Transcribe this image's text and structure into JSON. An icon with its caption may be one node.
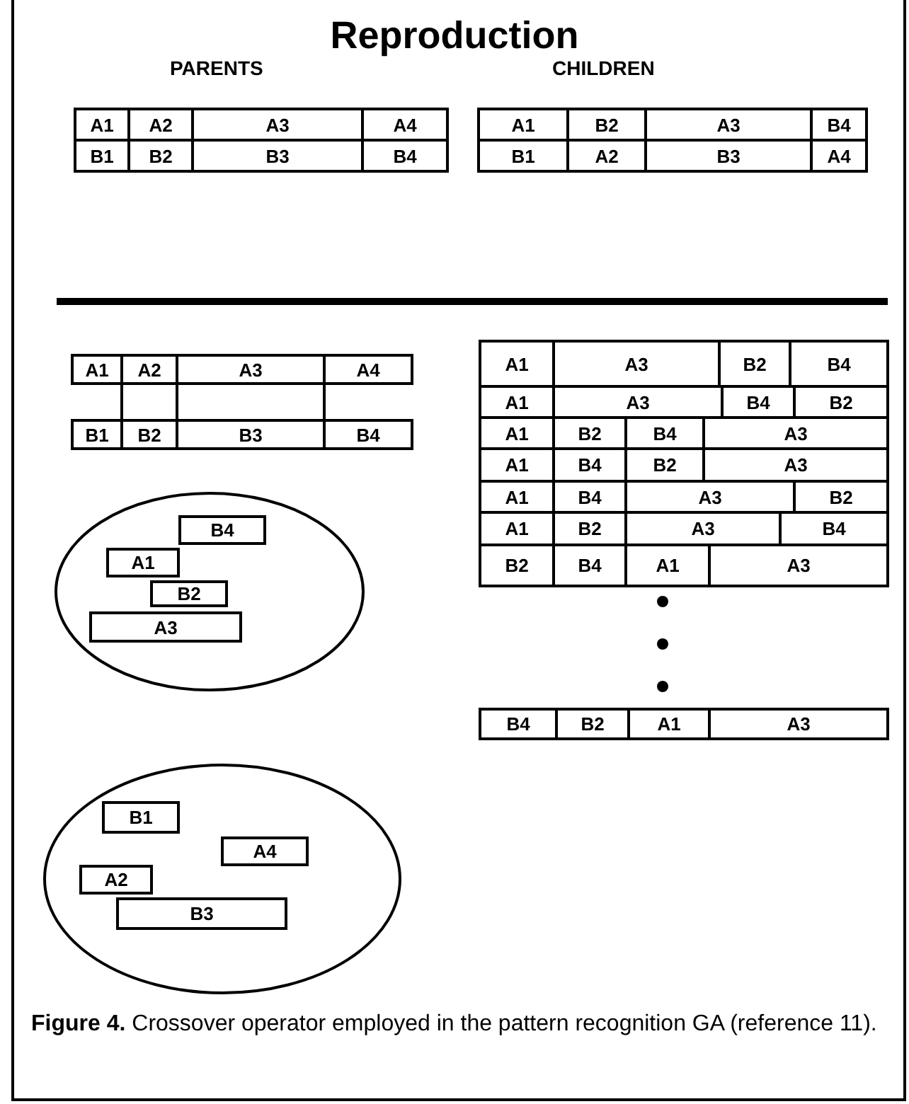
{
  "diagram": {
    "title": "Reproduction",
    "caption": "**Figure 4.** Crossover operator employed in the pattern recognition GA (reference 11).",
    "labels": [
      "PARENTS",
      "CHILDREN"
    ],
    "nodes": [
      {
        "text": [
          "A1"
        ]
      },
      {
        "text": [
          "A2"
        ]
      },
      {
        "text": [
          "A3"
        ]
      },
      {
        "text": [
          "A4"
        ]
      },
      {
        "text": [
          "B1"
        ]
      },
      {
        "text": [
          "B2"
        ]
      },
      {
        "text": [
          "B3"
        ]
      },
      {
        "text": [
          "B4"
        ]
      },
      {
        "text": [
          "A1"
        ]
      },
      {
        "text": [
          "B2"
        ]
      },
      {
        "text": [
          "A3"
        ]
      },
      {
        "text": [
          "B4"
        ]
      },
      {
        "text": [
          "B1"
        ]
      },
      {
        "text": [
          "A2"
        ]
      },
      {
        "text": [
          "B3"
        ]
      },
      {
        "text": [
          "A4"
        ]
      },
      {
        "text": [
          "A1"
        ]
      },
      {
        "text": [
          "A2"
        ]
      },
      {
        "text": [
          "A3"
        ]
      },
      {
        "text": [
          "A4"
        ]
      },
      {
        "text": [
          "B1"
        ]
      },
      {
        "text": [
          "B2"
        ]
      },
      {
        "text": [
          "B3"
        ]
      },
      {
        "text": [
          "B4"
        ]
      },
      {
        "text": [
          "A1"
        ]
      },
      {
        "text": [
          "A3"
        ]
      },
      {
        "text": [
          "B2"
        ]
      },
      {
        "text": [
          "B4"
        ]
      },
      {
        "text": [
          "A1"
        ]
      },
      {
        "text": [
          "A3"
        ]
      },
      {
        "text": [
          "B4"
        ]
      },
      {
        "text": [
          "B2"
        ]
      },
      {
        "text": [
          "A1"
        ]
      },
      {
        "text": [
          "B2"
        ]
      },
      {
        "text": [
          "B4"
        ]
      },
      {
        "text": [
          "A3"
        ]
      },
      {
        "text": [
          "A1"
        ]
      },
      {
        "text": [
          "B4"
        ]
      },
      {
        "text": [
          "B2"
        ]
      },
      {
        "text": [
          "A3"
        ]
      },
      {
        "text": [
          "A1"
        ]
      },
      {
        "text": [
          "B4"
        ]
      },
      {
        "text": [
          "A3"
        ]
      },
      {
        "text": [
          "B2"
        ]
      },
      {
        "text": [
          "A1"
        ]
      },
      {
        "text": [
          "B2"
        ]
      },
      {
        "text": [
          "A3"
        ]
      },
      {
        "text": [
          "B4"
        ]
      },
      {
        "text": [
          "B2"
        ]
      },
      {
        "text": [
          "B4"
        ]
      },
      {
        "text": [
          "A1"
        ]
      },
      {
        "text": [
          "A3"
        ]
      },
      {
        "text": [
          "B4"
        ]
      },
      {
        "text": [
          "B2"
        ]
      },
      {
        "text": [
          "A1"
        ]
      },
      {
        "text": [
          "A3"
        ]
      },
      {
        "text": [],
        "shape": "circle"
      },
      {
        "text": [
          "B4"
        ],
        "in": 56
      },
      {
        "text": [
          "A1"
        ],
        "in": 56
      },
      {
        "text": [
          "B2"
        ],
        "in": 56
      },
      {
        "text": [
          "A3"
        ],
        "in": 56
      },
      {
        "text": [],
        "shape": "circle"
      },
      {
        "text": [
          "B1"
        ],
        "in": 61
      },
      {
        "text": [
          "A4"
        ],
        "in": 61
      },
      {
        "text": [
          "A2"
        ],
        "in": 61
      },
      {
        "text": [
          "B3"
        ],
        "in": 61
      }
    ],
    "edges": []
  }
}
